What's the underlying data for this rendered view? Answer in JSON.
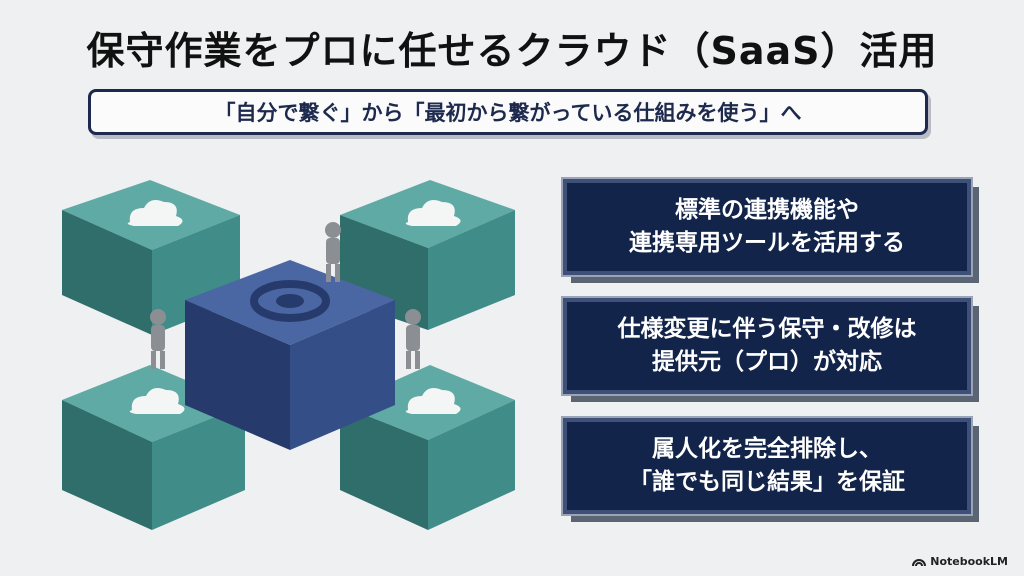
{
  "slide": {
    "title": "保守作業をプロに任せるクラウド（SaaS）活用",
    "subtitle": "「自分で繋ぐ」から「最初から繋がっている仕組みを使う」へ"
  },
  "cards": [
    {
      "text": "標準の連携機能や\n連携専用ツールを活用する"
    },
    {
      "text": "仕様変更に伴う保守・改修は\n提供元（プロ）が対応"
    },
    {
      "text": "属人化を完全排除し、\n「誰でも同じ結果」を保証"
    }
  ],
  "branding": {
    "logo_text": "NotebookLM"
  },
  "colors": {
    "navy": "#13244a",
    "teal": "#3f8c88",
    "center_block": "#344e87",
    "background": "#eef0f1"
  }
}
